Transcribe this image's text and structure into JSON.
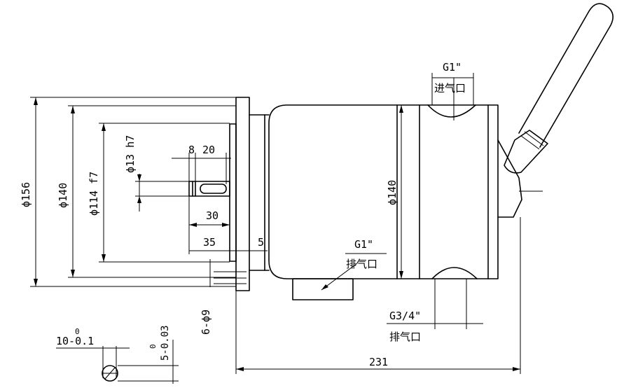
{
  "drawing": {
    "dimensions": {
      "d156": "ϕ156",
      "d140_left": "ϕ140",
      "d114": "ϕ114 f7",
      "d13": "ϕ13 h7",
      "d140_body": "ϕ140",
      "len_8": "8",
      "len_20": "20",
      "len_30": "30",
      "len_35": "35",
      "len_5": "5",
      "len_231": "231",
      "holes": "6-ϕ9",
      "key_width": "10-0.1",
      "key_width_upper": "0",
      "key_depth": "5-0.03",
      "key_depth_upper": "0"
    },
    "ports": {
      "inlet_size": "G1\"",
      "inlet_label": "进气口",
      "exhaust_size": "G1\"",
      "exhaust_label": "排气口",
      "exhaust2_size": "G3/4\"",
      "exhaust2_label": "排气口"
    }
  }
}
